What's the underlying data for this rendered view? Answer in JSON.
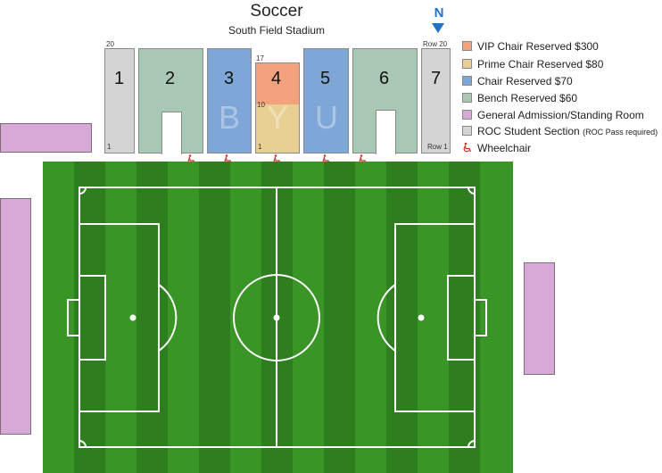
{
  "header": {
    "title": "Soccer",
    "subtitle": "South Field Stadium",
    "north_label": "N"
  },
  "colors": {
    "vip": "#f4a27e",
    "prime": "#e8cf93",
    "chair": "#7ea6d6",
    "bench": "#a9c8b3",
    "general_admission": "#d6a9d7",
    "roc_student": "#d4d4d4",
    "wheelchair": "#d0302a",
    "north": "#1f73c7",
    "field_dark": "#2e7d1f",
    "field_light": "#3a9527"
  },
  "sections": {
    "s1": "1",
    "s2": "2",
    "s3": "3",
    "s4": "4",
    "s5": "5",
    "s6": "6",
    "s7": "7"
  },
  "row_labels": {
    "s1_top": "20",
    "s1_bottom": "1",
    "s4_top": "17",
    "s4_mid": "10",
    "s4_bottom": "1",
    "s7_top": "Row 20",
    "s7_bottom": "Row 1"
  },
  "watermark": {
    "b": "B",
    "y": "Y",
    "u": "U"
  },
  "legend": {
    "vip": "VIP Chair Reserved $300",
    "prime": "Prime Chair Reserved $80",
    "chair": "Chair Reserved $70",
    "bench": "Bench Reserved $60",
    "ga": "General Admission/Standing Room",
    "roc": "ROC Student Section",
    "roc_note": "(ROC Pass required)",
    "wheelchair": "Wheelchair"
  },
  "icons": {
    "wheelchair": "wheelchair-icon",
    "north": "north-arrow-icon"
  }
}
